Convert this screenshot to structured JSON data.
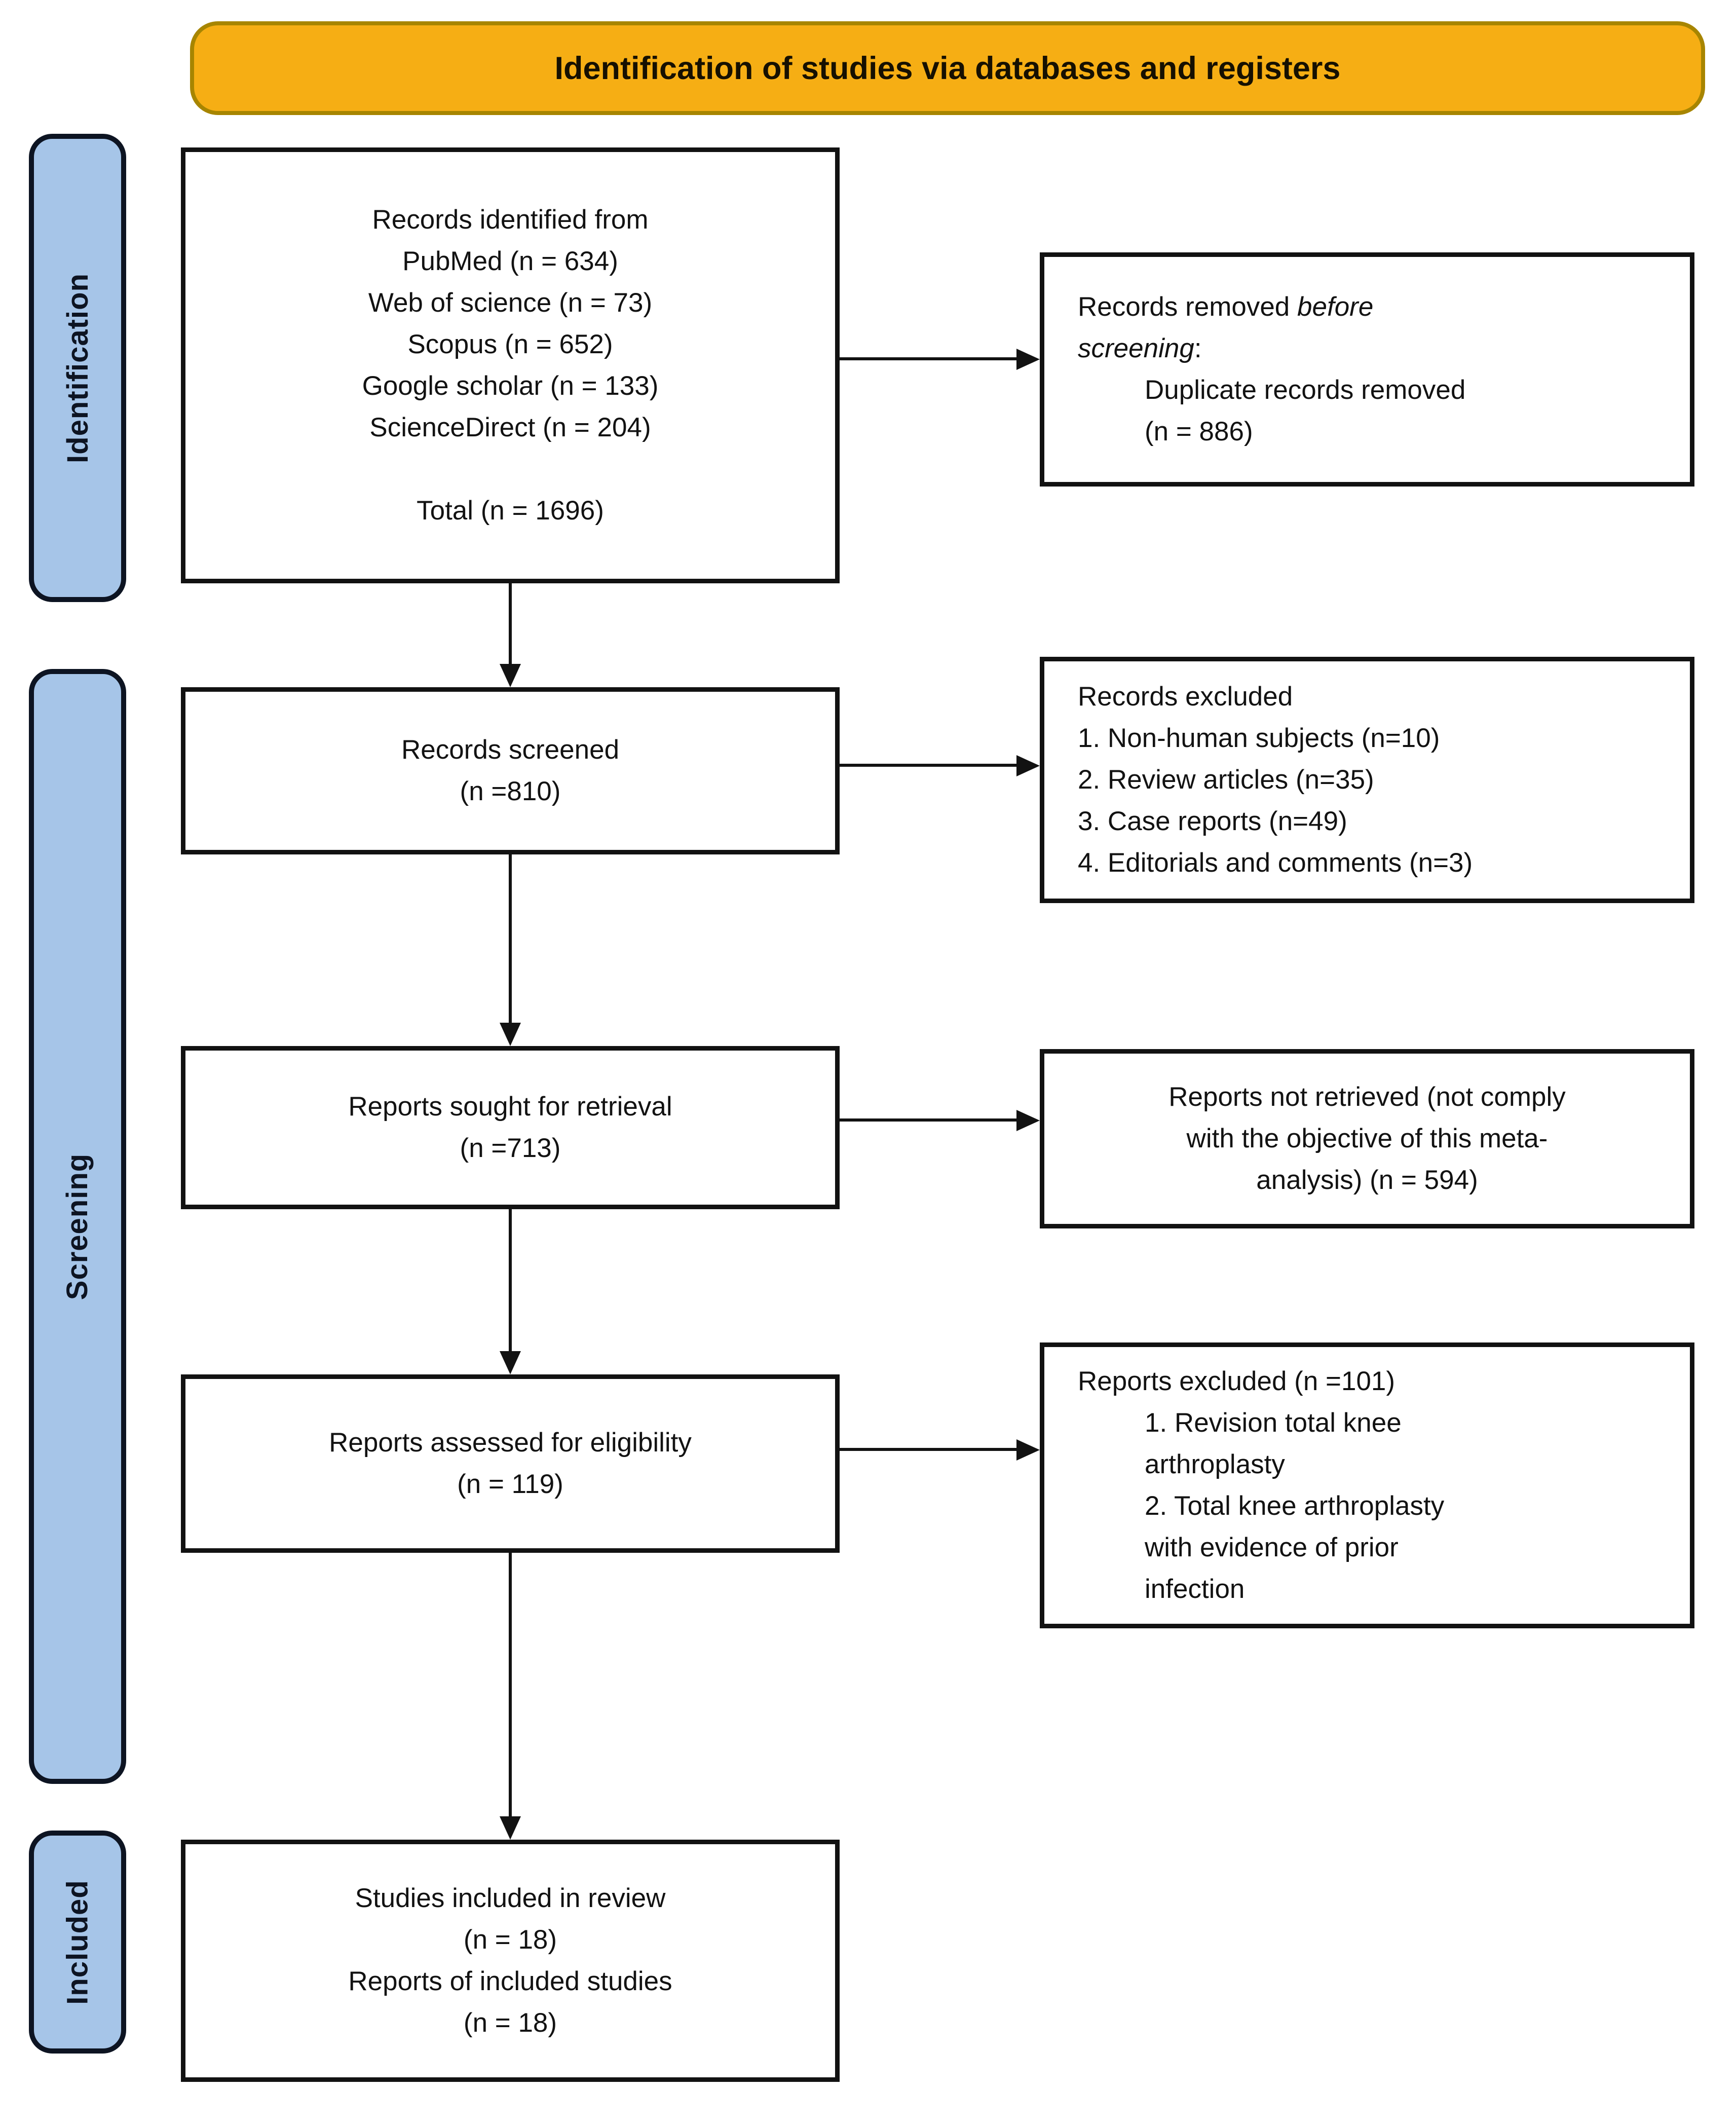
{
  "banner": {
    "title": "Identification of studies via databases and registers"
  },
  "stages": {
    "identification": "Identification",
    "screening": "Screening",
    "included": "Included"
  },
  "boxes": {
    "identified": {
      "lines": [
        "Records identified from",
        "PubMed (n = 634)",
        "Web of science (n = 73)",
        "Scopus (n = 652)",
        "Google scholar (n = 133)",
        "ScienceDirect (n = 204)",
        "",
        "Total (n = 1696)"
      ]
    },
    "removed": {
      "line1_prefix": "Records removed ",
      "line1_italic": "before",
      "line2_italic": "screening",
      "line2_suffix": ":",
      "indented_lines": [
        "Duplicate records removed",
        "(n = 886)"
      ]
    },
    "screened": {
      "lines": [
        "Records screened",
        "(n =810)"
      ]
    },
    "records_excluded": {
      "title": "Records excluded",
      "items": [
        "1. Non-human subjects (n=10)",
        "2. Review articles (n=35)",
        "3. Case reports (n=49)",
        "4. Editorials and comments (n=3)"
      ]
    },
    "sought": {
      "lines": [
        "Reports sought for retrieval",
        "(n =713)"
      ]
    },
    "not_retrieved": {
      "lines": [
        "Reports not retrieved (not comply",
        "with the objective of this meta-",
        "analysis) (n = 594)"
      ]
    },
    "assessed": {
      "lines": [
        "Reports assessed for eligibility",
        "(n = 119)"
      ]
    },
    "reports_excluded": {
      "title": "Reports excluded (n =101)",
      "items": [
        "1. Revision total knee",
        "arthroplasty",
        "2. Total knee arthroplasty",
        "with evidence of prior",
        "infection"
      ]
    },
    "included": {
      "lines": [
        "Studies included in review",
        "(n = 18)",
        "Reports of included studies",
        "(n = 18)"
      ]
    }
  },
  "colors": {
    "banner_fill": "#F6AE14",
    "banner_border": "#A78500",
    "stage_fill": "#A6C5E8",
    "stage_border": "#0D1422",
    "box_border": "#121212",
    "arrow": "#121212",
    "background": "#FFFFFF"
  }
}
